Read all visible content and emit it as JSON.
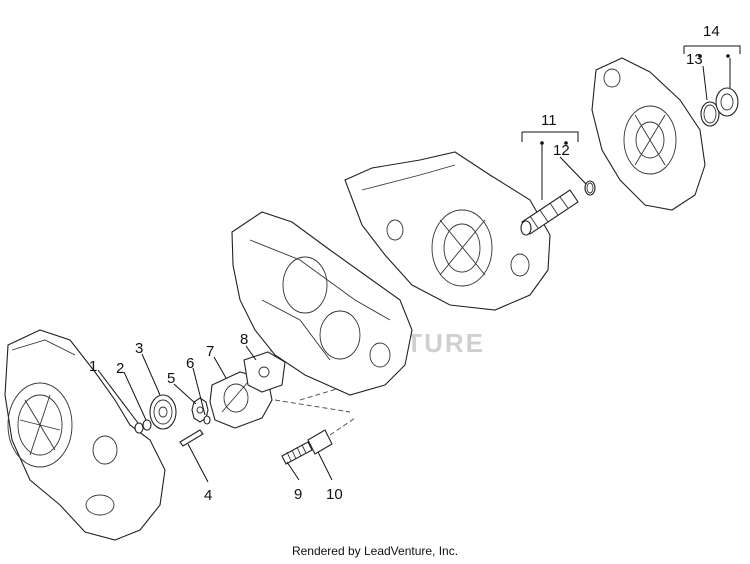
{
  "callouts": {
    "c1": "1",
    "c2": "2",
    "c3": "3",
    "c4": "4",
    "c5": "5",
    "c6": "6",
    "c7": "7",
    "c8": "8",
    "c9": "9",
    "c10": "10",
    "c11": "11",
    "c12": "12",
    "c13": "13",
    "c14": "14"
  },
  "watermark": "LEADVENTURE",
  "footer": "Rendered by LeadVenture, Inc."
}
